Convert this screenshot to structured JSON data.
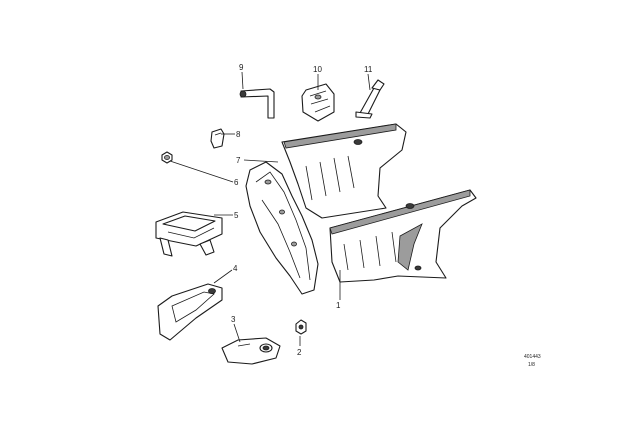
{
  "callouts": {
    "c1": "1",
    "c2": "2",
    "c3": "3",
    "c4": "4",
    "c5": "5",
    "c6": "6",
    "c7": "7",
    "c8": "8",
    "c9": "9",
    "c10": "10",
    "c11": "11"
  },
  "reference": {
    "code": "401443",
    "sheet": "1/8"
  }
}
